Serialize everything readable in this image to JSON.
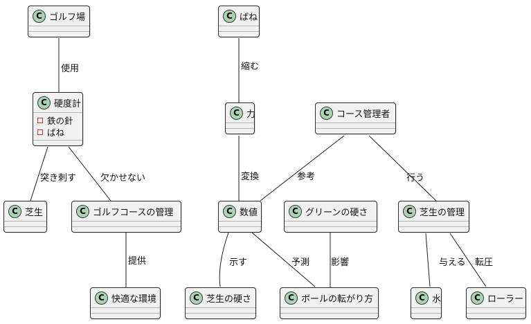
{
  "diagram": {
    "type": "uml-class-diagram",
    "circle_letter": "C",
    "colors": {
      "class_fill": "#f1f1f1",
      "class_border": "#2b2b2b",
      "separator": "#b4b4b4",
      "circle_fill": "#add1b2",
      "circle_border": "#23432a",
      "private_field_icon": "#c0392b",
      "edge_line": "#1b1b1b",
      "background": "#ffffff"
    },
    "classes": [
      {
        "id": "golf-course",
        "name": "ゴルフ場"
      },
      {
        "id": "spring",
        "name": "ばね"
      },
      {
        "id": "hardness-meter",
        "name": "硬度計",
        "fields": [
          "鉄の針",
          "ばね"
        ]
      },
      {
        "id": "force",
        "name": "力"
      },
      {
        "id": "course-manager",
        "name": "コース管理者"
      },
      {
        "id": "lawn",
        "name": "芝生"
      },
      {
        "id": "golf-course-management",
        "name": "ゴルフコースの管理"
      },
      {
        "id": "numeric-value",
        "name": "数値"
      },
      {
        "id": "green-hardness",
        "name": "グリーンの硬さ"
      },
      {
        "id": "lawn-management",
        "name": "芝生の管理"
      },
      {
        "id": "comfortable-environment",
        "name": "快適な環境"
      },
      {
        "id": "lawn-hardness",
        "name": "芝生の硬さ"
      },
      {
        "id": "ball-rolling",
        "name": "ボールの転がり方"
      },
      {
        "id": "water",
        "name": "水"
      },
      {
        "id": "roller",
        "name": "ローラー"
      }
    ],
    "edges": [
      {
        "from": "golf-course",
        "to": "hardness-meter",
        "label": "使用"
      },
      {
        "from": "spring",
        "to": "force",
        "label": "縮む"
      },
      {
        "from": "hardness-meter",
        "to": "lawn",
        "label": "突き刺す"
      },
      {
        "from": "hardness-meter",
        "to": "golf-course-management",
        "label": "欠かせない"
      },
      {
        "from": "golf-course-management",
        "to": "comfortable-environment",
        "label": "提供"
      },
      {
        "from": "force",
        "to": "numeric-value",
        "label": "変換"
      },
      {
        "from": "course-manager",
        "to": "numeric-value",
        "label": "参考"
      },
      {
        "from": "course-manager",
        "to": "lawn-management",
        "label": "行う"
      },
      {
        "from": "numeric-value",
        "to": "lawn-hardness",
        "label": "示す"
      },
      {
        "from": "numeric-value",
        "to": "ball-rolling",
        "label": "予測"
      },
      {
        "from": "green-hardness",
        "to": "ball-rolling",
        "label": "影響"
      },
      {
        "from": "lawn-management",
        "to": "water",
        "label": "与える"
      },
      {
        "from": "lawn-management",
        "to": "roller",
        "label": "転圧"
      }
    ]
  }
}
